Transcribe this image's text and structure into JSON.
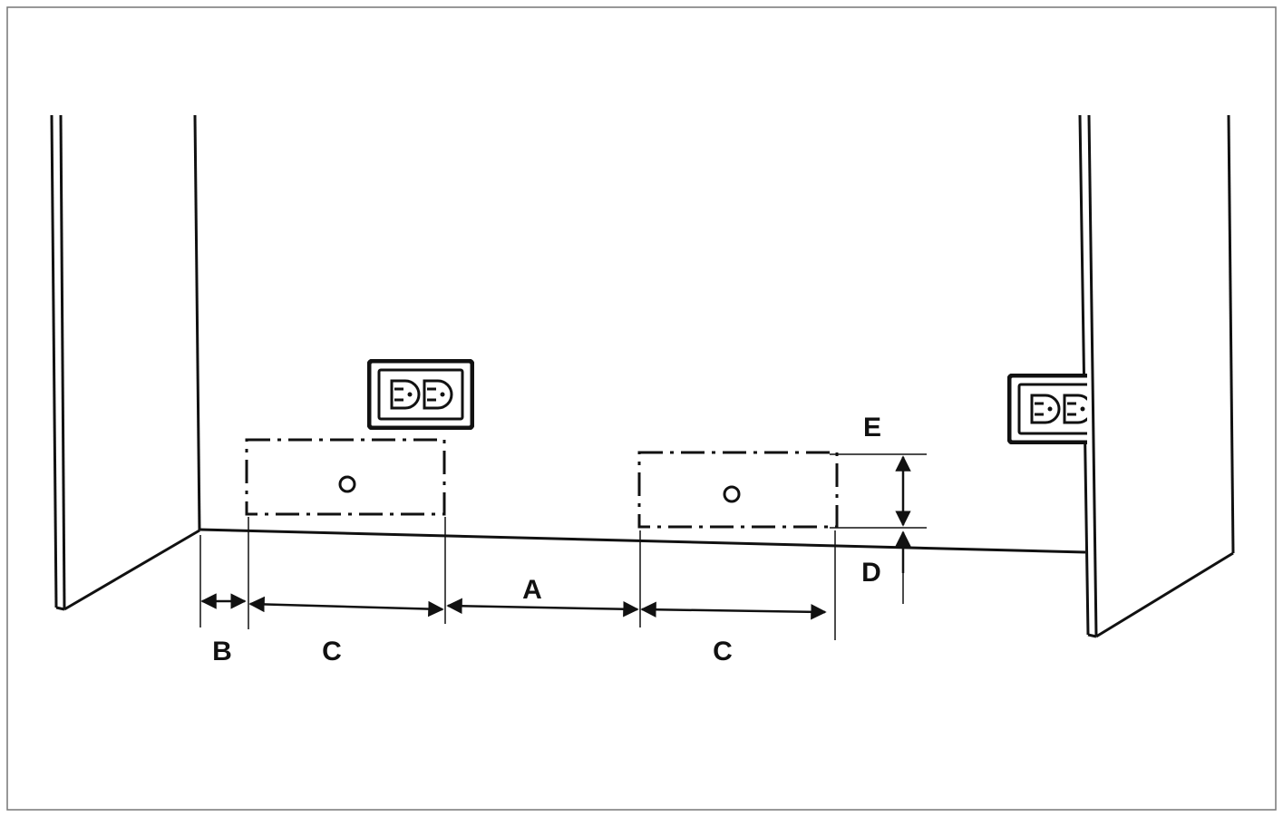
{
  "diagram": {
    "labels": {
      "a": "A",
      "b": "B",
      "c_left": "C",
      "c_right": "C",
      "d": "D",
      "e": "E"
    },
    "colors": {
      "line": "#111111",
      "background": "#ffffff",
      "border": "#777777"
    },
    "icons": {
      "outlet": "duplex-outlet-icon",
      "pipe": "pipe-hole-icon"
    }
  }
}
